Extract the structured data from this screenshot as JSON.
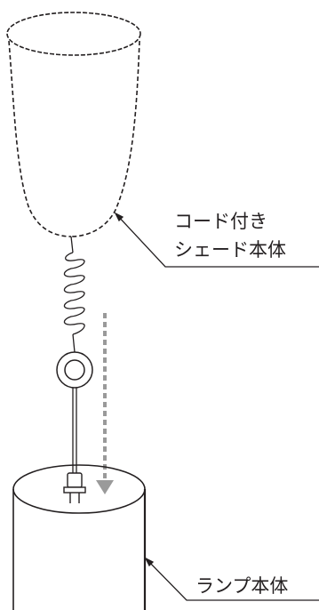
{
  "labels": {
    "shade_line1": "コード付き",
    "shade_line2": "シェード本体",
    "lamp_body": "ランプ本体"
  },
  "colors": {
    "line": "#231f20",
    "arrow": "#9a9a9a",
    "background": "#ffffff"
  }
}
